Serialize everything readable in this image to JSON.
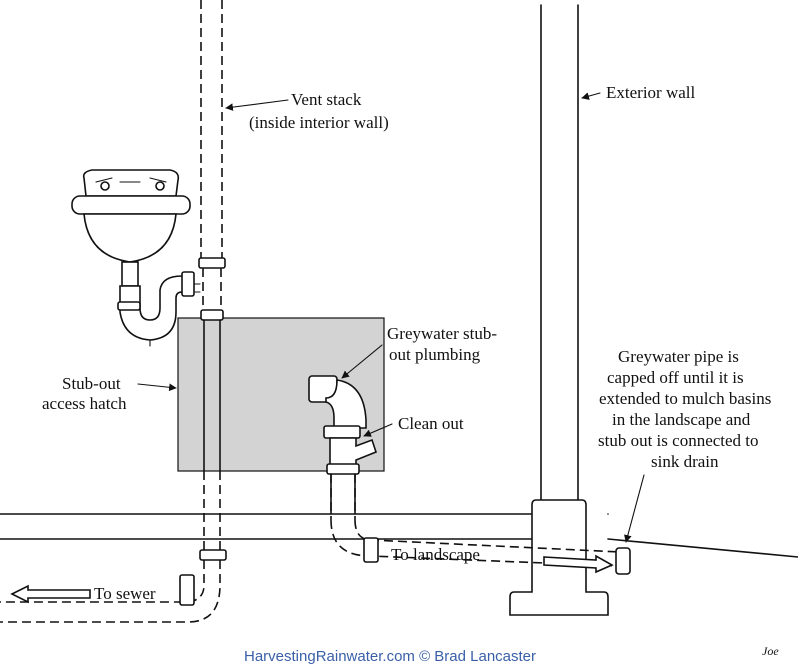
{
  "labels": {
    "vent_stack_line1": "Vent stack",
    "vent_stack_line2": "(inside interior wall)",
    "exterior_wall": "Exterior wall",
    "greywater_stubout_line1": "Greywater stub-",
    "greywater_stubout_line2": "out plumbing",
    "stubout_hatch_line1": "Stub-out",
    "stubout_hatch_line2": "access hatch",
    "clean_out": "Clean out",
    "capped_note_lines": [
      "Greywater pipe is",
      "capped off until it is",
      "extended to mulch basins",
      "in the landscape and",
      "stub out is connected to",
      "sink drain"
    ],
    "to_landscape": "To landscape",
    "to_sewer": "To sewer"
  },
  "credit": "HarvestingRainwater.com © Brad Lancaster",
  "signature": "Joe",
  "colors": {
    "ink": "#111111",
    "hatch_fill": "#d3d3d3",
    "credit_text": "#3a5fa8",
    "background": "#ffffff"
  },
  "icons": {
    "flow_arrow": "hollow-arrow-icon",
    "leader": "leader-arrow-icon"
  }
}
